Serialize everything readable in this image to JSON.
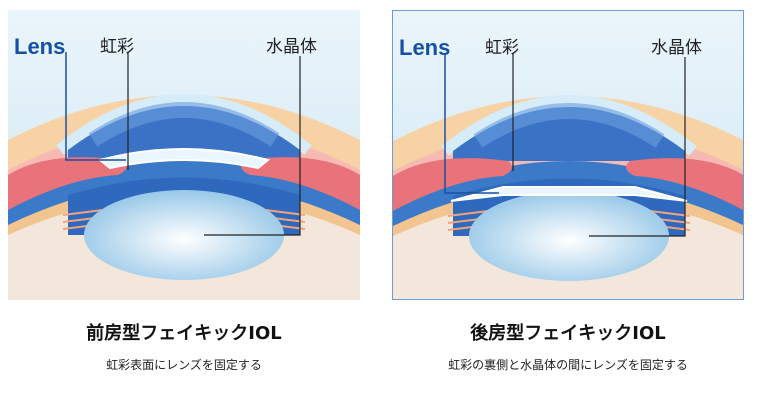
{
  "panels": [
    {
      "lens_label": "Lens",
      "iris_label": "虹彩",
      "crystalline_label": "水晶体",
      "title": "前房型フェイキックIOL",
      "subtitle": "虹彩表面にレンズを固定する"
    },
    {
      "lens_label": "Lens",
      "iris_label": "虹彩",
      "crystalline_label": "水晶体",
      "title": "後房型フェイキックIOL",
      "subtitle": "虹彩の裏側と水晶体の間にレンズを固定する"
    }
  ]
}
